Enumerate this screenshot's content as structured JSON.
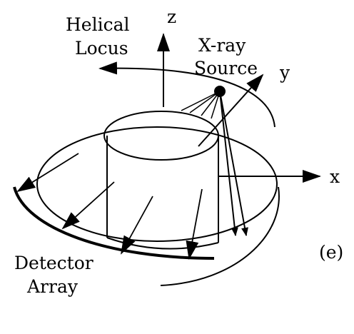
{
  "labels": {
    "helical_1": "Helical",
    "helical_2": "Locus",
    "xray_1": "X-ray",
    "xray_2": "Source",
    "axis_z": "z",
    "axis_y": "y",
    "axis_x": "x",
    "detector_1": "Detector",
    "detector_2": "Array",
    "panel": "(e)"
  },
  "colors": {
    "ink": "#000000",
    "background": "#ffffff"
  }
}
